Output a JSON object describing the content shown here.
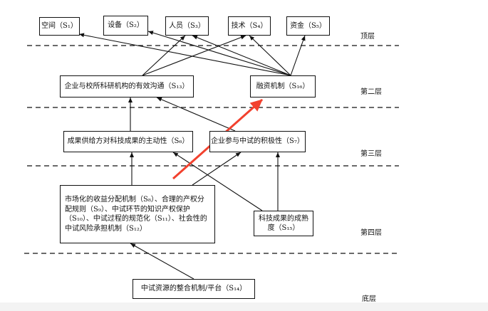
{
  "layers": {
    "top": "顶层",
    "second": "第二层",
    "third": "第三层",
    "fourth": "第四层",
    "bottom": "底层"
  },
  "nodes": {
    "s1": "空间（S₁）",
    "s2": "设备（S₂）",
    "s3": "人员（S₃）",
    "s4": "技术（S₄）",
    "s5": "资金（S₅）",
    "s13": "企业与校所科研机构的有效沟通（S₁₃）",
    "s16": "融资机制（S₁₆）",
    "s6": "成果供给方对科技成果的主动性（S₆）",
    "s7": "企业参与中试的积极性（S₇）",
    "s8_12": "市场化的收益分配机制（S₈）、合理的产权分配规则（S₉）、中试环节的知识产权保护（S₁₀）、中试过程的规范化（S₁₁）、社会性的中试风险承担机制（S₁₂）",
    "s15": "科技成果的成熟度（S₁₅）",
    "s14": "中试资源的整合机制/平台（S₁₄）"
  },
  "colors": {
    "line": "#111111",
    "highlight_arrow": "#f2412e"
  }
}
